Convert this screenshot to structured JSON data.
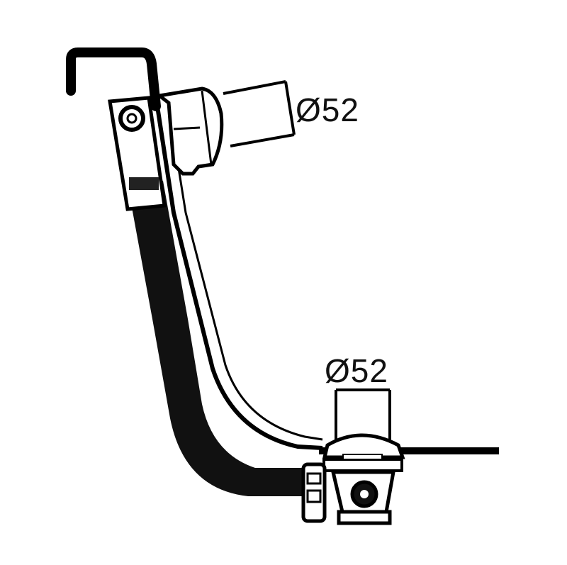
{
  "diagram": {
    "title": "",
    "subject": "bath waste and overflow assembly",
    "stroke_color": "#000000",
    "background": "#ffffff",
    "labels": {
      "overflow_diameter": "Ø52",
      "waste_diameter": "Ø52"
    },
    "parts": [
      {
        "id": "overflow-head",
        "label_ref": "overflow_diameter"
      },
      {
        "id": "flexible-hose"
      },
      {
        "id": "rigid-overflow-pipe"
      },
      {
        "id": "waste-plug",
        "label_ref": "waste_diameter"
      },
      {
        "id": "waste-body-trap"
      },
      {
        "id": "bath-floor-line"
      }
    ]
  }
}
